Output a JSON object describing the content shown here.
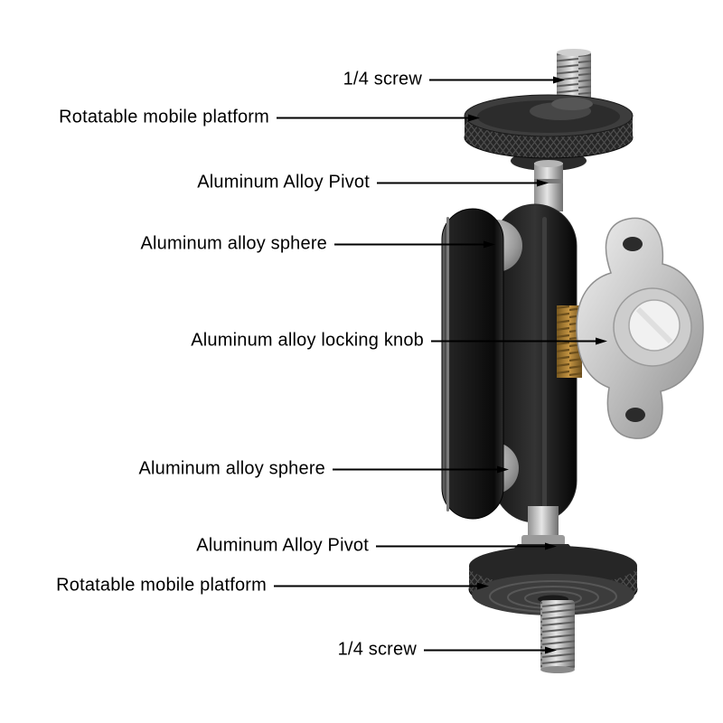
{
  "page": {
    "background": "#ffffff",
    "description": "Annotated product diagram of a dual ball-head magic arm mount"
  },
  "annotations": [
    {
      "id": "quarter-screw-top",
      "label": "1/4 screw"
    },
    {
      "id": "rotatable-platform-top",
      "label": "Rotatable mobile platform"
    },
    {
      "id": "pivot-top",
      "label": "Aluminum Alloy Pivot"
    },
    {
      "id": "sphere-top",
      "label": "Aluminum alloy sphere"
    },
    {
      "id": "locking-knob",
      "label": "Aluminum alloy locking knob"
    },
    {
      "id": "sphere-bottom",
      "label": "Aluminum alloy sphere"
    },
    {
      "id": "pivot-bottom",
      "label": "Aluminum Alloy Pivot"
    },
    {
      "id": "rotatable-platform-bottom",
      "label": "Rotatable mobile platform"
    },
    {
      "id": "quarter-screw-bottom",
      "label": "1/4 screw"
    }
  ],
  "product": {
    "name": "dual-ball-head-mount",
    "colors": {
      "clamp_body": "#121212",
      "locking_knob": "#c8c8c8",
      "platform": "#2e2e2e",
      "steel_screw": "#b0b0b0",
      "brass_thread": "#a07830",
      "arrow": "#000000",
      "text": "#000000"
    }
  }
}
